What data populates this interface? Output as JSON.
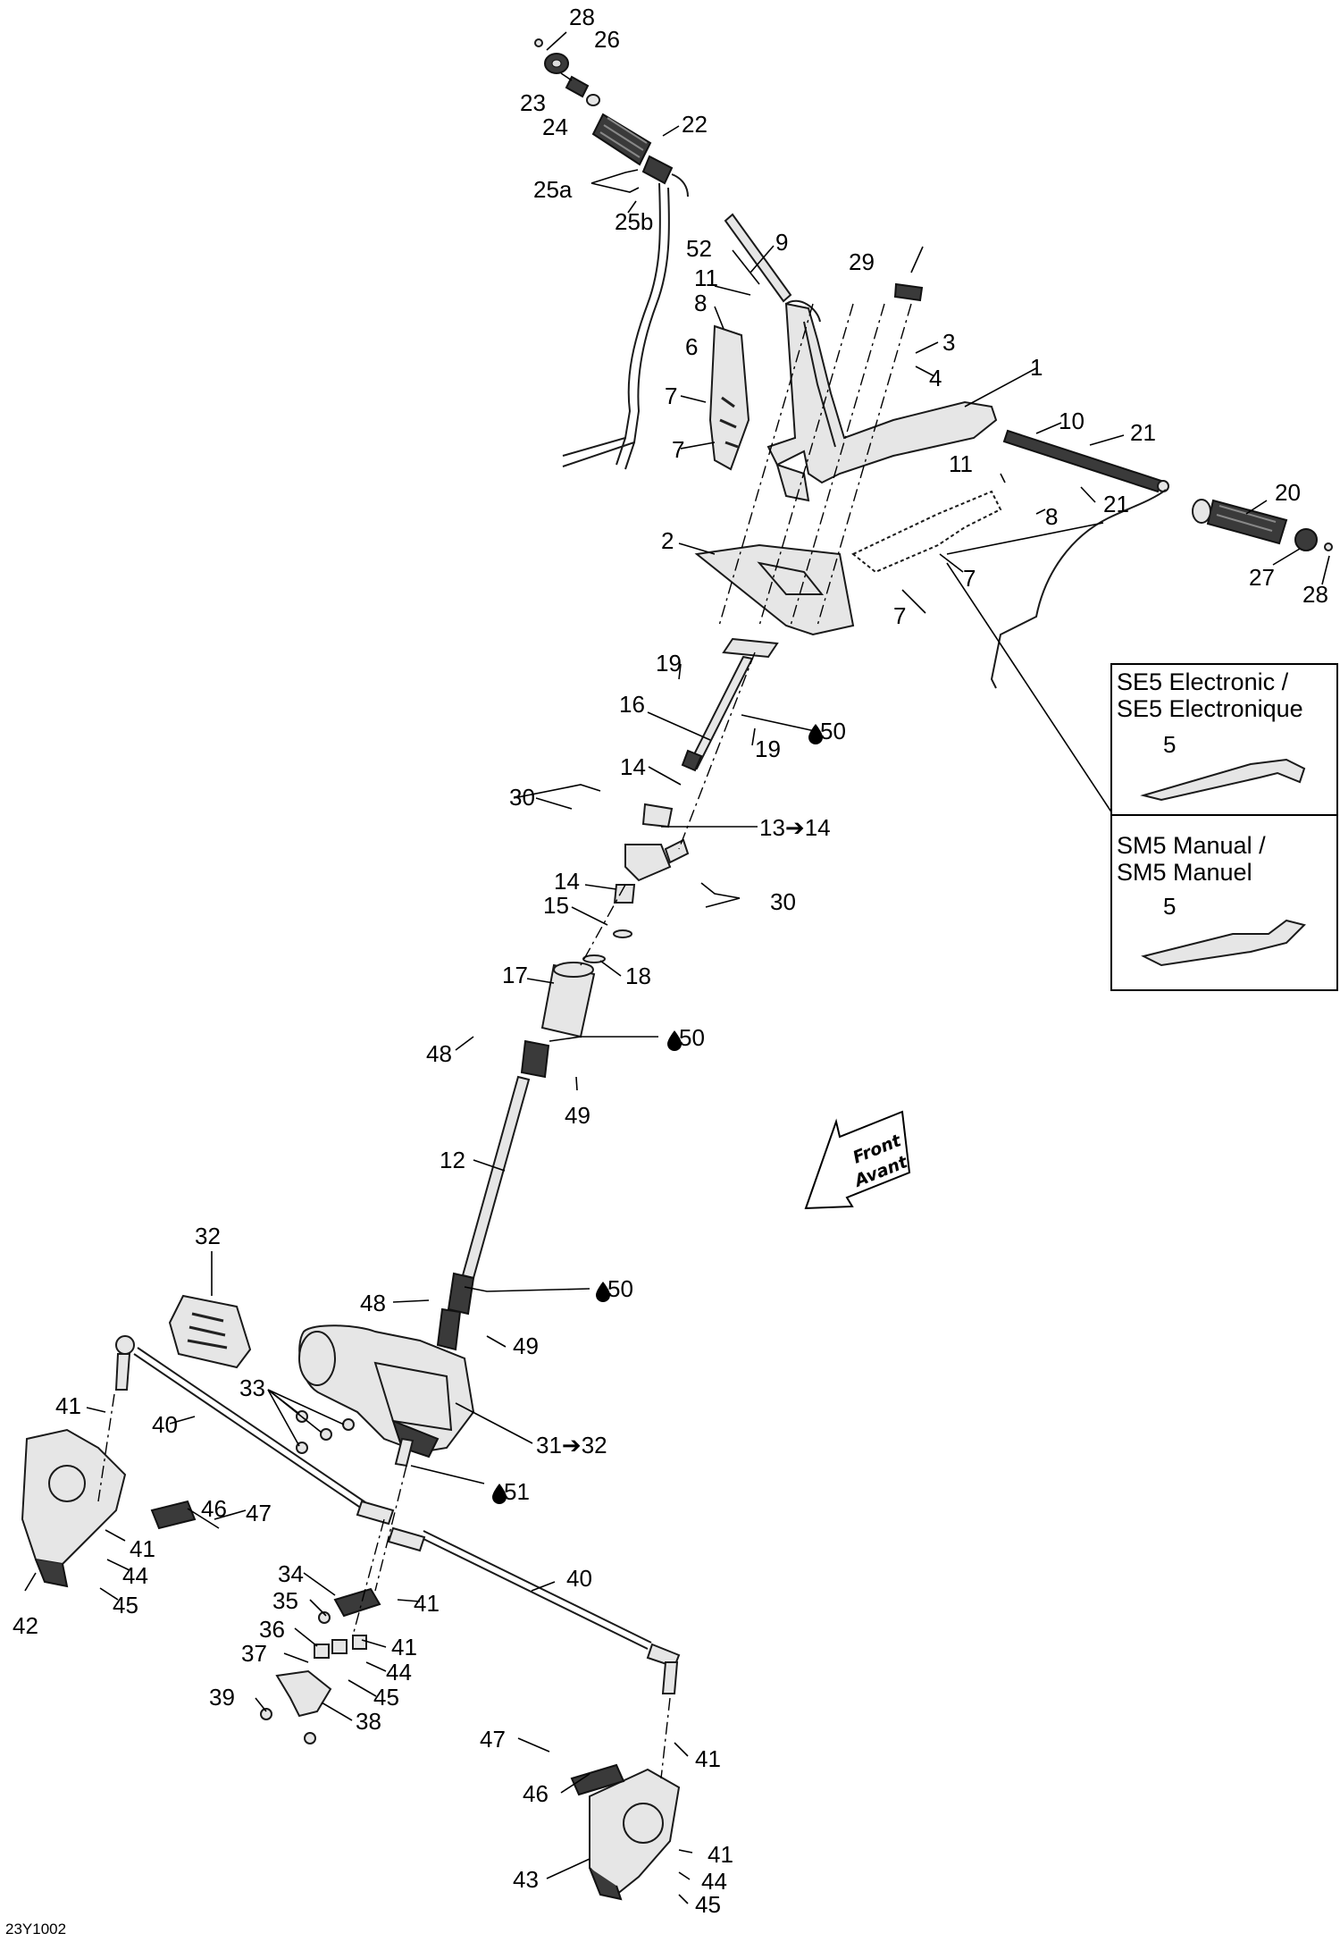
{
  "labels": {
    "l28a": "28",
    "l26a": "26",
    "l23": "23",
    "l24": "24",
    "l22": "22",
    "l25a": "25a",
    "l25b": "25b",
    "l9": "9",
    "l52": "52",
    "l11a": "11",
    "l8a": "8",
    "l6": "6",
    "l7a": "7",
    "l7b": "7",
    "l29": "29",
    "l3": "3",
    "l4": "4",
    "l1": "1",
    "l10": "10",
    "l21a": "21",
    "l11b": "11",
    "l21b": "21",
    "l8b": "8",
    "l20": "20",
    "l27": "27",
    "l28b": "28",
    "l7c": "7",
    "l7d": "7",
    "l2": "2",
    "l19a": "19",
    "l16": "16",
    "l50a": "50",
    "l19b": "19",
    "l14a": "14",
    "l30a": "30",
    "l13": "13",
    "l14b": "14",
    "l15": "15",
    "l30b": "30",
    "l17": "17",
    "l18": "18",
    "l48a": "48",
    "l50b": "50",
    "l49a": "49",
    "l12": "12",
    "l32a": "32",
    "l48b": "48",
    "l50c": "50",
    "l49b": "49",
    "l33": "33",
    "l41a": "41",
    "l40a": "40",
    "l31": "31",
    "l32b": "32",
    "l51": "51",
    "l46a": "46",
    "l47a": "47",
    "l41b": "41",
    "l44a": "44",
    "l45a": "45",
    "l42": "42",
    "l34": "34",
    "l35": "35",
    "l41c": "41",
    "l36": "36",
    "l41d": "41",
    "l37": "37",
    "l44b": "44",
    "l45b": "45",
    "l39": "39",
    "l38": "38",
    "l40b": "40",
    "l41e": "41",
    "l47b": "47",
    "l46b": "46",
    "l41f": "41",
    "l43": "43",
    "l44c": "44",
    "l45c": "45",
    "l14c": "14",
    "l5a": "5",
    "l5b": "5"
  },
  "insets": {
    "se5": {
      "line1": "SE5 Electronic /",
      "line2": "SE5 Electronique"
    },
    "sm5": {
      "line1": "SM5 Manual /",
      "line2": "SM5 Manuel"
    }
  },
  "front_arrow": {
    "line1": "Front",
    "line2": "Avant"
  },
  "figure_code": "23Y1002"
}
